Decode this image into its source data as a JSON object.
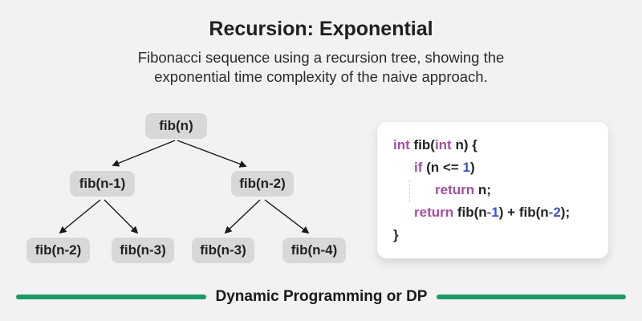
{
  "header": {
    "title": "Recursion: Exponential",
    "subtitle_line1": "Fibonacci sequence using a recursion tree, showing the",
    "subtitle_line2": "exponential time complexity of the naive approach."
  },
  "tree": {
    "nodes": [
      {
        "label": "fib(n)"
      },
      {
        "label": "fib(n-1)"
      },
      {
        "label": "fib(n-2)"
      },
      {
        "label": "fib(n-2)"
      },
      {
        "label": "fib(n-3)"
      },
      {
        "label": "fib(n-3)"
      },
      {
        "label": "fib(n-4)"
      }
    ]
  },
  "code": {
    "lines": [
      {
        "tokens": [
          {
            "text": "int",
            "type": "keyword"
          },
          {
            "text": " fib(",
            "type": "plain"
          },
          {
            "text": "int",
            "type": "keyword"
          },
          {
            "text": " n) {",
            "type": "plain"
          }
        ]
      },
      {
        "indent": 1,
        "tokens": [
          {
            "text": "if",
            "type": "keyword"
          },
          {
            "text": " (n <= ",
            "type": "plain"
          },
          {
            "text": "1",
            "type": "number"
          },
          {
            "text": ")",
            "type": "plain"
          }
        ]
      },
      {
        "indent": 2,
        "tokens": [
          {
            "text": "return",
            "type": "keyword"
          },
          {
            "text": " n;",
            "type": "plain"
          }
        ]
      },
      {
        "indent": 1,
        "tokens": [
          {
            "text": "return",
            "type": "keyword"
          },
          {
            "text": " fib(n",
            "type": "plain"
          },
          {
            "text": "-1",
            "type": "number"
          },
          {
            "text": ") + fib(n",
            "type": "plain"
          },
          {
            "text": "-2",
            "type": "number"
          },
          {
            "text": ");",
            "type": "plain"
          }
        ]
      },
      {
        "tokens": [
          {
            "text": "}",
            "type": "plain"
          }
        ]
      }
    ]
  },
  "footer": {
    "label": "Dynamic Programming or DP"
  },
  "colors": {
    "background": "#f2f2f2",
    "node_fill": "#d8d8d8",
    "code_keyword": "#a1509e",
    "code_number": "#4353bf",
    "code_text": "#232327",
    "accent_green": "#1b9a64",
    "panel_bg": "#ffffff"
  }
}
